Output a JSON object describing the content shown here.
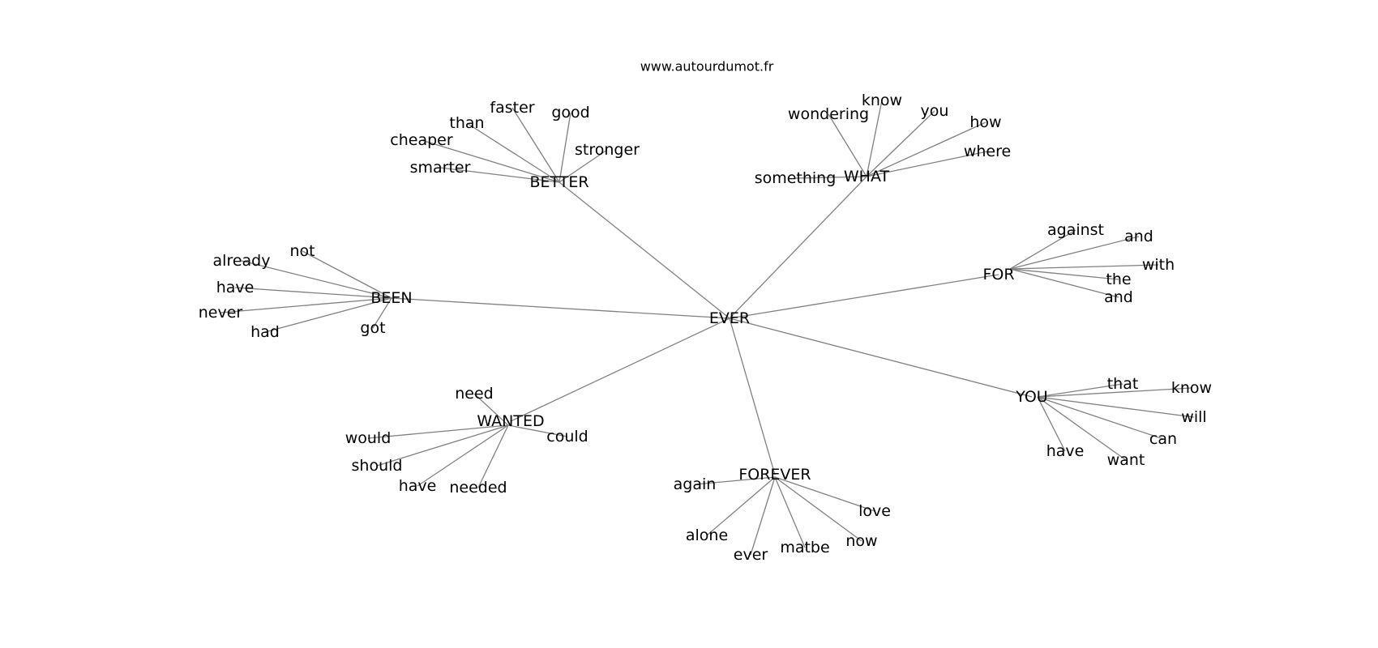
{
  "header": {
    "source": "www.autourdumot.fr"
  },
  "graph": {
    "center": "EVER",
    "clusters": [
      {
        "hub": "BETTER",
        "words": [
          "faster",
          "good",
          "than",
          "cheaper",
          "stronger",
          "smarter"
        ]
      },
      {
        "hub": "WHAT",
        "words": [
          "know",
          "wondering",
          "you",
          "how",
          "where",
          "something"
        ]
      },
      {
        "hub": "BEEN",
        "words": [
          "not",
          "already",
          "have",
          "never",
          "had",
          "got"
        ]
      },
      {
        "hub": "FOR",
        "words": [
          "against",
          "and",
          "with",
          "the",
          "and"
        ]
      },
      {
        "hub": "YOU",
        "words": [
          "that",
          "know",
          "will",
          "can",
          "have",
          "want"
        ]
      },
      {
        "hub": "WANTED",
        "words": [
          "need",
          "would",
          "could",
          "should",
          "have",
          "needed"
        ]
      },
      {
        "hub": "FOREVER",
        "words": [
          "again",
          "love",
          "alone",
          "now",
          "ever",
          "matbe"
        ]
      }
    ]
  }
}
